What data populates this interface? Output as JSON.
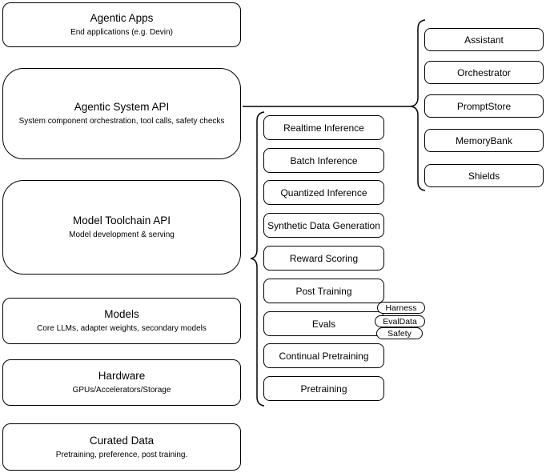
{
  "diagram": {
    "left_stack": [
      {
        "title": "Agentic Apps",
        "subtitle": "End applications (e.g. Devin)"
      },
      {
        "title": "Agentic System API",
        "subtitle": "System component orchestration, tool calls, safety checks"
      },
      {
        "title": "Model Toolchain API",
        "subtitle": "Model development & serving"
      },
      {
        "title": "Models",
        "subtitle": "Core LLMs, adapter weights, secondary models"
      },
      {
        "title": "Hardware",
        "subtitle": "GPUs/Accelerators/Storage"
      },
      {
        "title": "Curated Data",
        "subtitle": "Pretraining, preference, post training."
      }
    ],
    "toolchain_services": [
      {
        "label": "Realtime Inference"
      },
      {
        "label": "Batch Inference"
      },
      {
        "label": "Quantized Inference"
      },
      {
        "label": "Synthetic Data Generation"
      },
      {
        "label": "Reward Scoring"
      },
      {
        "label": "Post Training"
      },
      {
        "label": "Evals"
      },
      {
        "label": "Continual Pretraining"
      },
      {
        "label": "Pretraining"
      }
    ],
    "evals_tags": [
      {
        "label": "Harness"
      },
      {
        "label": "EvalData"
      },
      {
        "label": "Safety"
      }
    ],
    "system_components": [
      {
        "label": "Assistant"
      },
      {
        "label": "Orchestrator"
      },
      {
        "label": "PromptStore"
      },
      {
        "label": "MemoryBank"
      },
      {
        "label": "Shields"
      }
    ],
    "colors": {
      "stroke": "#000000",
      "background": "#ffffff",
      "text": "#000000"
    }
  }
}
